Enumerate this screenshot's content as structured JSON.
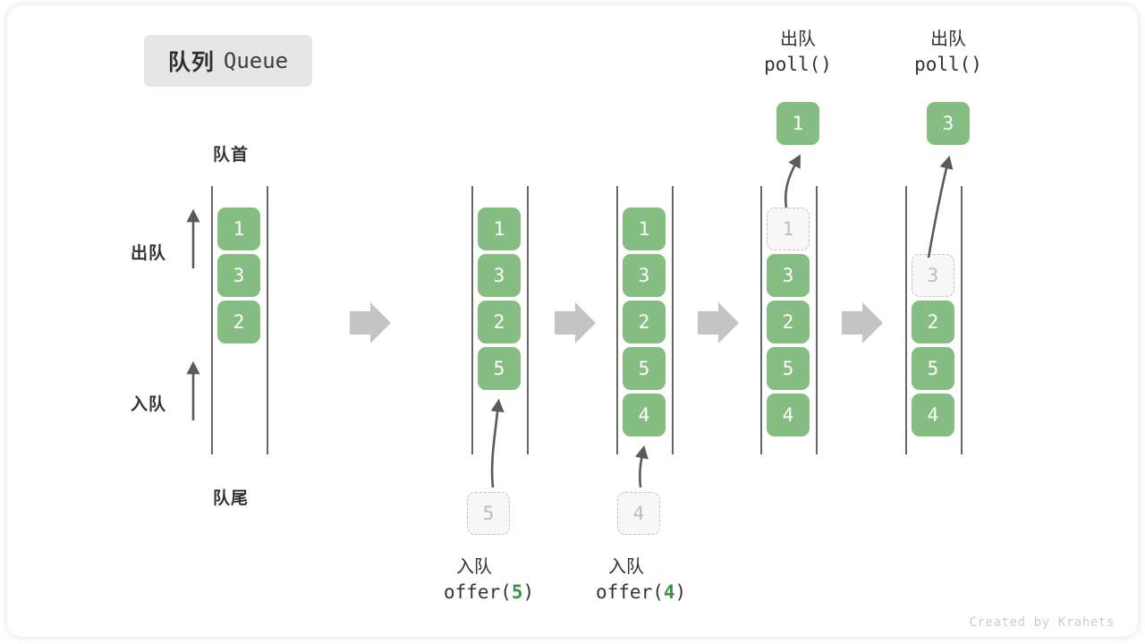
{
  "title": {
    "cn": "队列",
    "en": "Queue"
  },
  "labels": {
    "front": "队首",
    "rear": "队尾",
    "dequeue": "出队",
    "enqueue": "入队"
  },
  "colors": {
    "cell_fill": "#85bd82",
    "cell_text": "#ffffff",
    "ghost_fill": "#f7f7f7",
    "ghost_border": "#c2c2c2",
    "ghost_text": "#bdbdbd",
    "rail": "#4c4c4c",
    "step_arrow": "#c4c4c4",
    "op_arrow": "#5a5a5a",
    "accent_green": "#3f9142",
    "badge_bg": "#e6e6e6",
    "text": "#333333",
    "credit": "#cccccc"
  },
  "columns": [
    {
      "id": "col-1",
      "slots": [
        {
          "value": "1",
          "state": "solid"
        },
        {
          "value": "3",
          "state": "solid"
        },
        {
          "value": "2",
          "state": "solid"
        },
        {
          "value": "",
          "state": "empty"
        },
        {
          "value": "",
          "state": "empty"
        },
        {
          "value": "",
          "state": "empty"
        }
      ]
    },
    {
      "id": "col-2",
      "slots": [
        {
          "value": "1",
          "state": "solid"
        },
        {
          "value": "3",
          "state": "solid"
        },
        {
          "value": "2",
          "state": "solid"
        },
        {
          "value": "5",
          "state": "solid"
        },
        {
          "value": "",
          "state": "empty"
        },
        {
          "value": "",
          "state": "empty"
        }
      ]
    },
    {
      "id": "col-3",
      "slots": [
        {
          "value": "1",
          "state": "solid"
        },
        {
          "value": "3",
          "state": "solid"
        },
        {
          "value": "2",
          "state": "solid"
        },
        {
          "value": "5",
          "state": "solid"
        },
        {
          "value": "4",
          "state": "solid"
        },
        {
          "value": "",
          "state": "empty"
        }
      ]
    },
    {
      "id": "col-4",
      "slots": [
        {
          "value": "1",
          "state": "ghost"
        },
        {
          "value": "3",
          "state": "solid"
        },
        {
          "value": "2",
          "state": "solid"
        },
        {
          "value": "5",
          "state": "solid"
        },
        {
          "value": "4",
          "state": "solid"
        },
        {
          "value": "",
          "state": "empty"
        }
      ]
    },
    {
      "id": "col-5",
      "slots": [
        {
          "value": "",
          "state": "empty"
        },
        {
          "value": "3",
          "state": "ghost"
        },
        {
          "value": "2",
          "state": "solid"
        },
        {
          "value": "5",
          "state": "solid"
        },
        {
          "value": "4",
          "state": "solid"
        },
        {
          "value": "",
          "state": "empty"
        }
      ]
    }
  ],
  "enqueue_ops": [
    {
      "id": "offer-5",
      "cn": "入队",
      "fn": "offer(",
      "value": "5",
      "close": ")",
      "ghost_value": "5"
    },
    {
      "id": "offer-4",
      "cn": "入队",
      "fn": "offer(",
      "value": "4",
      "close": ")",
      "ghost_value": "4"
    }
  ],
  "dequeue_ops": [
    {
      "id": "poll-1",
      "cn": "出队",
      "fn": "poll()",
      "value": "1"
    },
    {
      "id": "poll-3",
      "cn": "出队",
      "fn": "poll()",
      "value": "3"
    }
  ],
  "step_arrows": [
    {
      "id": "step-arrow-1"
    },
    {
      "id": "step-arrow-2"
    },
    {
      "id": "step-arrow-3"
    },
    {
      "id": "step-arrow-4"
    }
  ],
  "credit": "Created by Krahets"
}
